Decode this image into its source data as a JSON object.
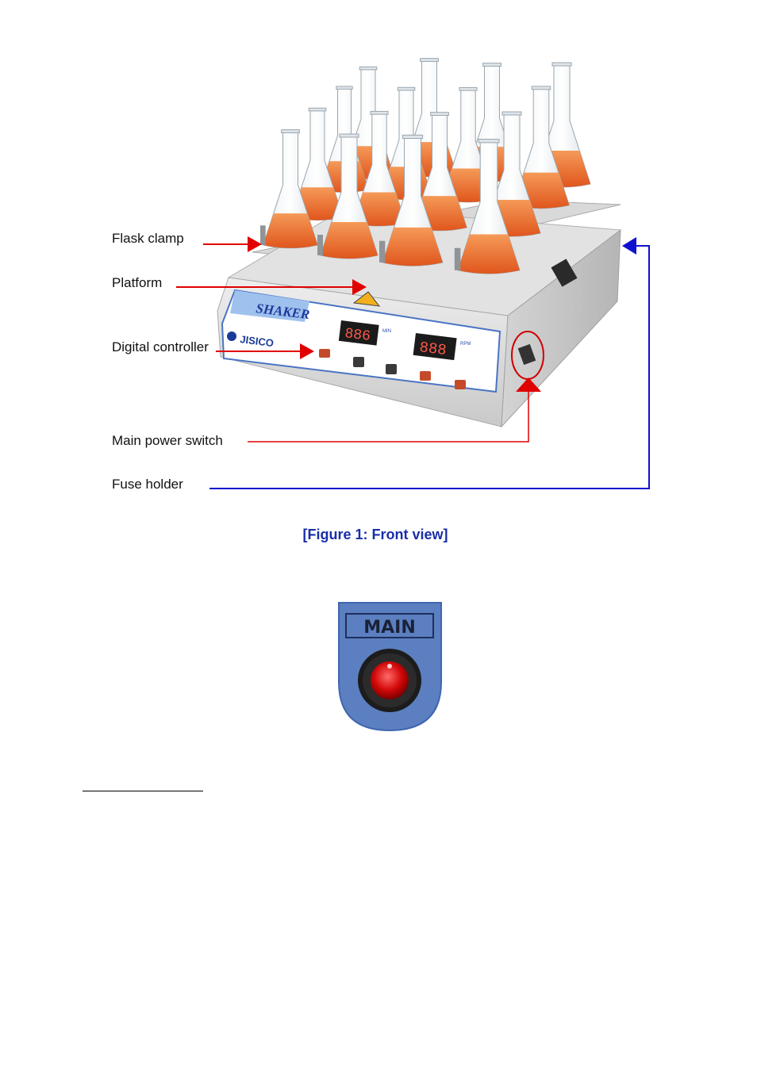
{
  "figure": {
    "caption": "[Figure 1: Front view]",
    "device": {
      "brand_label": "SHAKER",
      "maker_label": "JISICO",
      "display_left": "886",
      "display_right": "888",
      "display_left_unit": "MIN",
      "display_right_unit": "RPM",
      "flask_count": 16
    },
    "callouts": [
      {
        "label": "Flask clamp",
        "arrow_color": "#e00000"
      },
      {
        "label": "Platform",
        "arrow_color": "#e00000"
      },
      {
        "label": "Digital controller",
        "arrow_color": "#e00000"
      },
      {
        "label": "Main power switch",
        "arrow_color": "#e00000"
      },
      {
        "label": "Fuse holder",
        "arrow_color": "#1010d0"
      }
    ]
  },
  "switch_panel": {
    "label": "MAIN",
    "panel_color": "#5b7fc0",
    "lamp_color": "#e01010"
  }
}
